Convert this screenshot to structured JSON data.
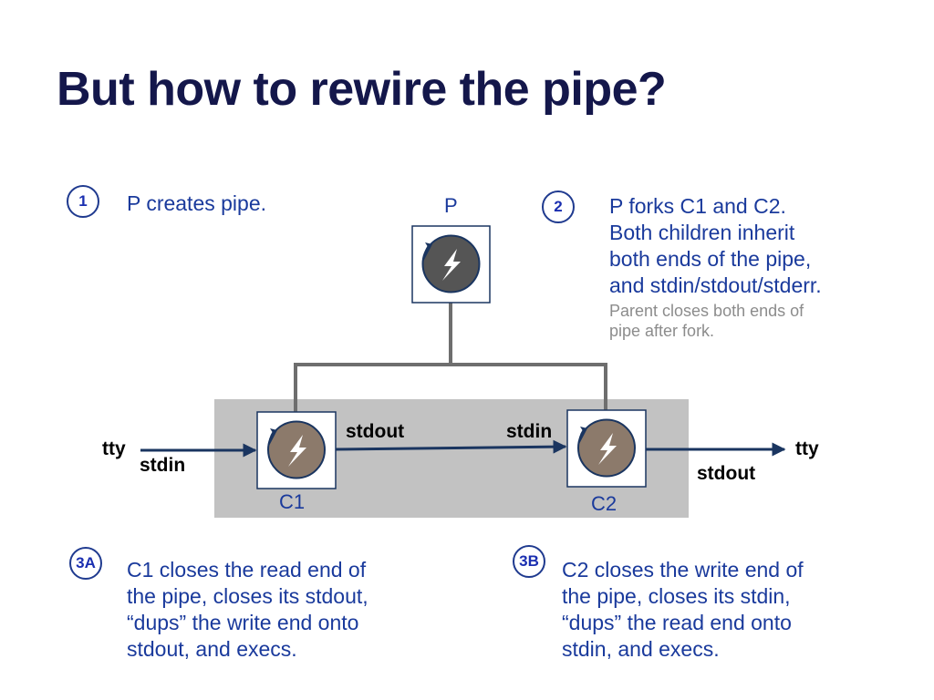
{
  "slide": {
    "title": "But how to rewire the pipe?"
  },
  "steps": {
    "one": {
      "badge": "1",
      "text": "P creates pipe."
    },
    "two": {
      "badge": "2",
      "lines": [
        "P forks C1 and C2.",
        "Both children inherit",
        "both ends of the pipe,",
        "and stdin/stdout/stderr."
      ],
      "note_lines": [
        "Parent closes both ends of",
        "pipe after fork."
      ]
    },
    "three_a": {
      "badge": "3A",
      "lines": [
        "C1 closes the read end of",
        "the pipe, closes its stdout,",
        "“dups” the write end onto",
        "stdout, and execs."
      ]
    },
    "three_b": {
      "badge": "3B",
      "lines": [
        "C2 closes the write end of",
        "the pipe, closes its stdin,",
        "“dups” the read end onto",
        "stdin, and execs."
      ]
    }
  },
  "diagram": {
    "parent_label": "P",
    "child1_label": "C1",
    "child2_label": "C2",
    "tty_left": "tty",
    "tty_right": "tty",
    "c1_stdin": "stdin",
    "c1_stdout": "stdout",
    "c2_stdin": "stdin",
    "c2_stdout": "stdout",
    "process_icon": "lightning-bolt-icon",
    "colors": {
      "title": "#14174b",
      "text_blue": "#1a3a9c",
      "band": "#c2c2c2",
      "connector": "#6e6e6e",
      "arrow": "#1a3560",
      "parent_circle": "#555555",
      "child_circle": "#8c7a6b"
    }
  }
}
